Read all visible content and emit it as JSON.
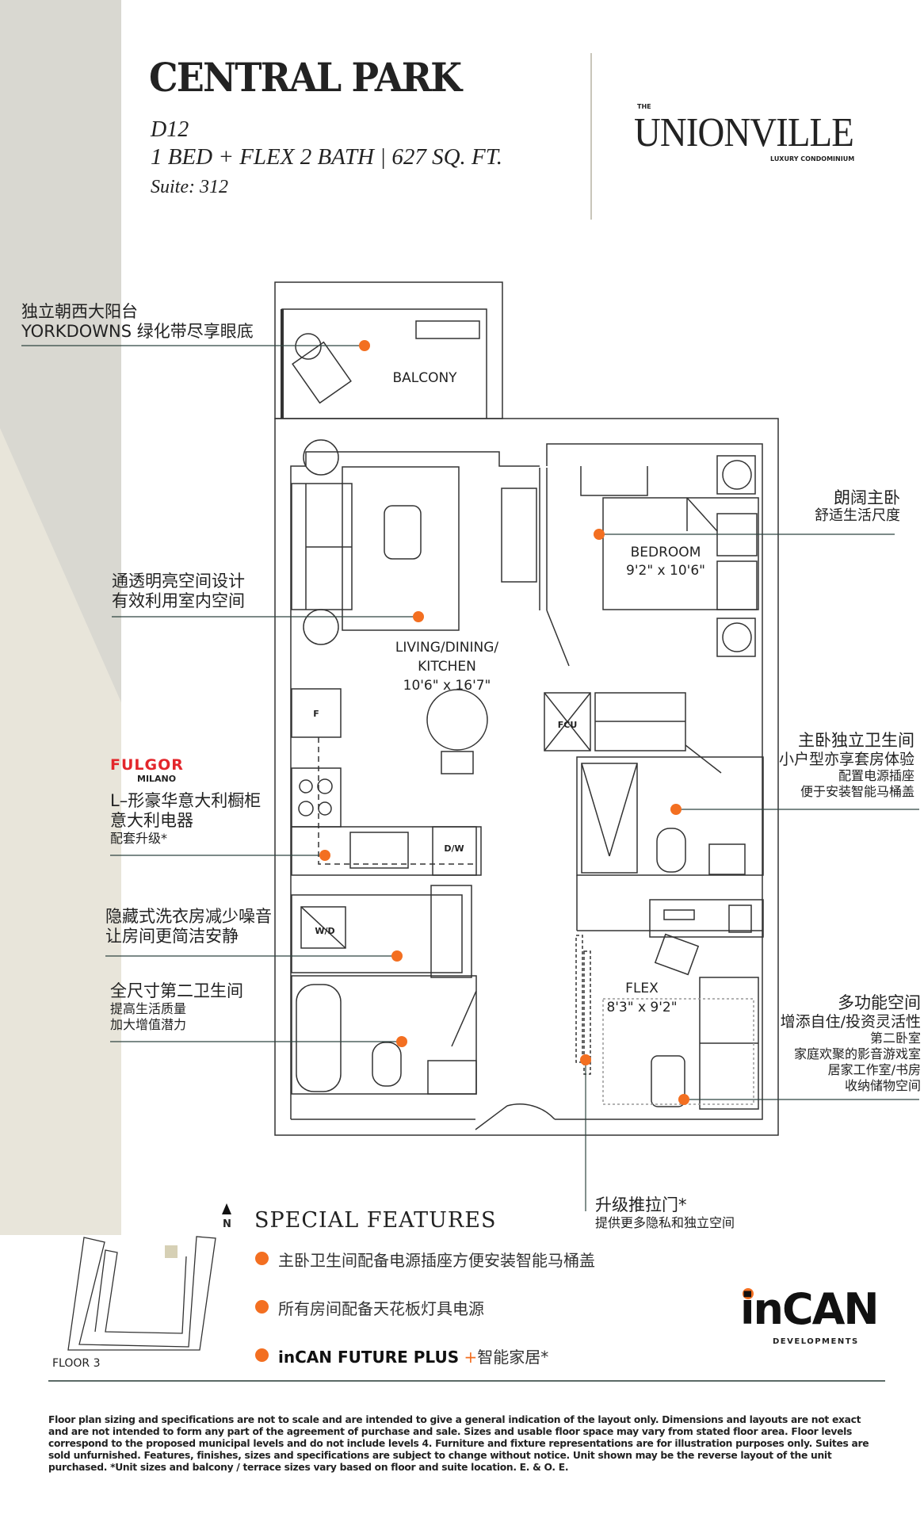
{
  "header": {
    "title": "CENTRAL PARK",
    "model": "D12",
    "summary": "1 BED + FLEX 2 BATH  |  627 SQ. FT.",
    "suite": "Suite: 312"
  },
  "logo": {
    "the": "THE",
    "name": "UNIONVILLE",
    "tagline": "LUXURY CONDOMINIUM"
  },
  "rooms": {
    "balcony": "BALCONY",
    "living_line1": "LIVING/DINING/",
    "living_line2": "KITCHEN",
    "living_dim": "10'6\" x 16'7\"",
    "bedroom": "BEDROOM",
    "bedroom_dim": "9'2\" x 10'6\"",
    "flex": "FLEX",
    "flex_dim": "8'3\" x 9'2\"",
    "fcu": "FCU",
    "fridge": "F",
    "dw": "D/W",
    "wd": "W/D"
  },
  "annotations_left": [
    {
      "lines": [
        "独立朝西大阳台",
        "YORKDOWNS 绿化带尽享眼底"
      ]
    },
    {
      "lines": [
        "通透明亮空间设计",
        "有效利用室内空间"
      ]
    },
    {
      "brand": "FULGOR",
      "brand_sub": "MILANO",
      "lines": [
        "L–形豪华意大利橱柜",
        "意大利电器"
      ],
      "small": [
        "配套升级*"
      ]
    },
    {
      "lines": [
        "隐藏式洗衣房减少噪音",
        "让房间更简洁安静"
      ]
    },
    {
      "lines": [
        "全尺寸第二卫生间"
      ],
      "small": [
        "提高生活质量",
        "加大增值潜力"
      ]
    }
  ],
  "annotations_right": [
    {
      "lines": [
        "朗阔主卧"
      ],
      "small": [
        "舒适生活尺度"
      ]
    },
    {
      "lines": [
        "主卧独立卫生间",
        "小户型亦享套房体验"
      ],
      "small": [
        "配置电源插座",
        "便于安装智能马桶盖"
      ]
    },
    {
      "lines": [
        "多功能空间",
        "增添自住/投资灵活性"
      ],
      "small": [
        "第二卧室",
        "家庭欢聚的影音游戏室",
        "居家工作室/书房",
        "收纳储物空间"
      ]
    }
  ],
  "door_note": {
    "title": "升级推拉门*",
    "sub": "提供更多隐私和独立空间"
  },
  "north": "N",
  "special_features": {
    "title": "SPECIAL  FEATURES",
    "items": [
      "主卧卫生间配备电源插座方便安装智能马桶盖",
      "所有房间配备天花板灯具电源"
    ],
    "brand_item": {
      "brand": "inCAN FUTURE PLUS",
      "plus": "+",
      "text": "智能家居*"
    }
  },
  "keyplan": {
    "label": "FLOOR 3"
  },
  "developer": {
    "name": "inCAN",
    "sub": "DEVELOPMENTS"
  },
  "disclaimer": "Floor plan sizing and specifications are not to scale and are intended to give a general indication of the layout only. Dimensions and layouts are not exact and are not intended to form any part of the agreement of purchase and sale. Sizes and usable floor space may vary from stated floor area. Floor levels correspond to the proposed municipal levels and do not include levels 4. Furniture and fixture representations are for illustration purposes only. Suites are sold unfurnished. Features, finishes, sizes and specifications are subject to change without notice. Unit shown may be the reverse layout of the unit purchased. *Unit sizes and balcony / terrace sizes vary based on floor and suite location. E. & O. E.",
  "colors": {
    "accent": "#f36f21",
    "fulgor": "#e3262b",
    "stripe": "#d9d8d1"
  }
}
